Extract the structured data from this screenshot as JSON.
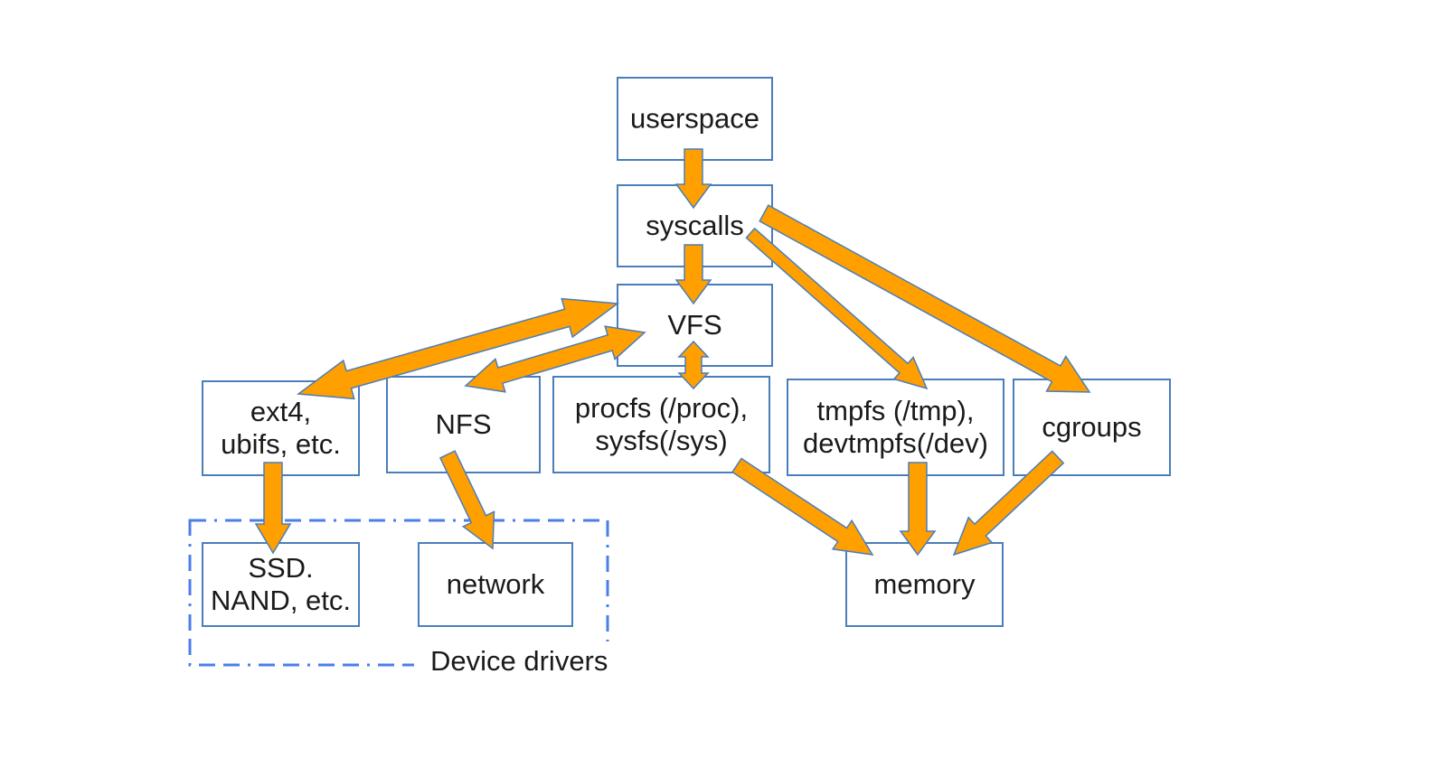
{
  "diagram": {
    "nodes": [
      {
        "id": "userspace",
        "lines": [
          "userspace"
        ]
      },
      {
        "id": "syscalls",
        "lines": [
          "syscalls"
        ]
      },
      {
        "id": "vfs",
        "lines": [
          "VFS"
        ]
      },
      {
        "id": "ext4",
        "lines": [
          "ext4,",
          "ubifs, etc."
        ]
      },
      {
        "id": "nfs",
        "lines": [
          "NFS"
        ]
      },
      {
        "id": "procfs",
        "lines": [
          "procfs (/proc),",
          "sysfs(/sys)"
        ]
      },
      {
        "id": "tmpfs",
        "lines": [
          "tmpfs (/tmp),",
          "devtmpfs(/dev)"
        ]
      },
      {
        "id": "cgroups",
        "lines": [
          "cgroups"
        ]
      },
      {
        "id": "ssd",
        "lines": [
          "SSD.",
          "NAND, etc."
        ]
      },
      {
        "id": "network",
        "lines": [
          "network"
        ]
      },
      {
        "id": "memory",
        "lines": [
          "memory"
        ]
      }
    ],
    "groups": [
      {
        "id": "device-drivers",
        "label": "Device drivers",
        "members": [
          "ssd",
          "network"
        ]
      }
    ],
    "edges": [
      {
        "from": "userspace",
        "to": "syscalls",
        "direction": "forward"
      },
      {
        "from": "syscalls",
        "to": "vfs",
        "direction": "forward"
      },
      {
        "from": "syscalls",
        "to": "tmpfs",
        "direction": "forward"
      },
      {
        "from": "syscalls",
        "to": "cgroups",
        "direction": "forward"
      },
      {
        "from": "vfs",
        "to": "ext4",
        "direction": "both"
      },
      {
        "from": "vfs",
        "to": "nfs",
        "direction": "both"
      },
      {
        "from": "vfs",
        "to": "procfs",
        "direction": "both"
      },
      {
        "from": "ext4",
        "to": "ssd",
        "direction": "forward"
      },
      {
        "from": "nfs",
        "to": "network",
        "direction": "forward"
      },
      {
        "from": "procfs",
        "to": "memory",
        "direction": "forward"
      },
      {
        "from": "tmpfs",
        "to": "memory",
        "direction": "forward"
      },
      {
        "from": "cgroups",
        "to": "memory",
        "direction": "forward"
      }
    ],
    "colors": {
      "arrow_fill": "#ff9f00",
      "outline": "#4a7ebb",
      "group_border": "#4a7eeb"
    }
  }
}
